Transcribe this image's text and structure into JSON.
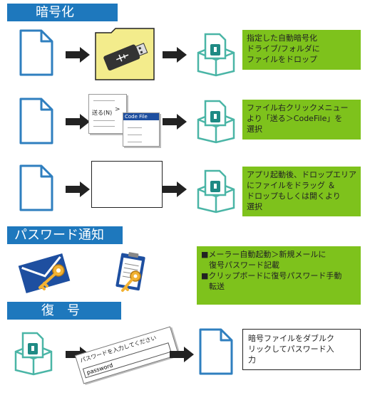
{
  "sections": {
    "encrypt_title": "暗号化",
    "notify_title": "パスワード通知",
    "decrypt_title": "復　号"
  },
  "rows": [
    {
      "note_lines": [
        "指定した自動暗号化",
        "ドライブ/フォルダに",
        "ファイルをドロップ"
      ]
    },
    {
      "note_lines": [
        "ファイル右クリックメニュー",
        "より「送る＞CodeFile」を",
        "選択"
      ]
    },
    {
      "note_lines": [
        "アプリ起動後、ドロップエリア",
        "にファイルをドラッグ ＆",
        "ドロップもしくは開くより",
        "選択"
      ]
    }
  ],
  "context_menu": {
    "send_to": "送る(N)",
    "submenu_arrow": ">",
    "codefile_item": "Code File"
  },
  "password_notify": {
    "lines": [
      "■メーラー自動起動＞新規メールに",
      "　復号パスワード記載",
      "■クリップボードに復号パスワード手動",
      "　転送"
    ]
  },
  "decrypt": {
    "prompt_label": "パスワードを入力してください",
    "input_value": "password",
    "note_lines": [
      "暗号ファイルをダブルク",
      "リックしてパスワード入",
      "力"
    ]
  },
  "colors": {
    "bar_blue": "#1e78bd",
    "note_green": "#7ec21c",
    "doc_outline": "#2f7fbf",
    "folder_yellow": "#f3ec8c",
    "box_teal": "#4ab5a6"
  }
}
